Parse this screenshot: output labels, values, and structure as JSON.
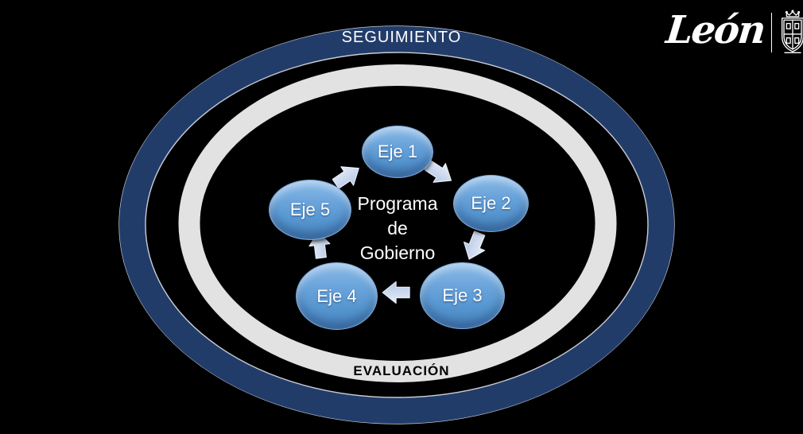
{
  "background_color": "#000000",
  "logo": {
    "text": "León",
    "crest_icon": "leon-coat-of-arms"
  },
  "rings": {
    "outer": {
      "label": "SEGUIMIENTO",
      "color": "#223C6A",
      "edge_color": "#C9CDD4",
      "label_color": "#FFFFFF"
    },
    "inner": {
      "label": "EVALUACIÓN",
      "color": "#E2E2E2",
      "label_color": "#000000"
    }
  },
  "center": {
    "line1": "Programa",
    "line2": "de",
    "line3": "Gobierno",
    "color": "#FFFFFF"
  },
  "cycle": {
    "node_color": "#5B9BD5",
    "arrow_color": "#C5D4EC",
    "nodes": [
      {
        "id": "eje-1",
        "label": "Eje 1"
      },
      {
        "id": "eje-2",
        "label": "Eje 2"
      },
      {
        "id": "eje-3",
        "label": "Eje 3"
      },
      {
        "id": "eje-4",
        "label": "Eje 4"
      },
      {
        "id": "eje-5",
        "label": "Eje 5"
      }
    ],
    "arrows": [
      {
        "from": "eje-1",
        "to": "eje-2"
      },
      {
        "from": "eje-2",
        "to": "eje-3"
      },
      {
        "from": "eje-3",
        "to": "eje-4"
      },
      {
        "from": "eje-4",
        "to": "eje-5"
      },
      {
        "from": "eje-5",
        "to": "eje-1"
      }
    ]
  }
}
